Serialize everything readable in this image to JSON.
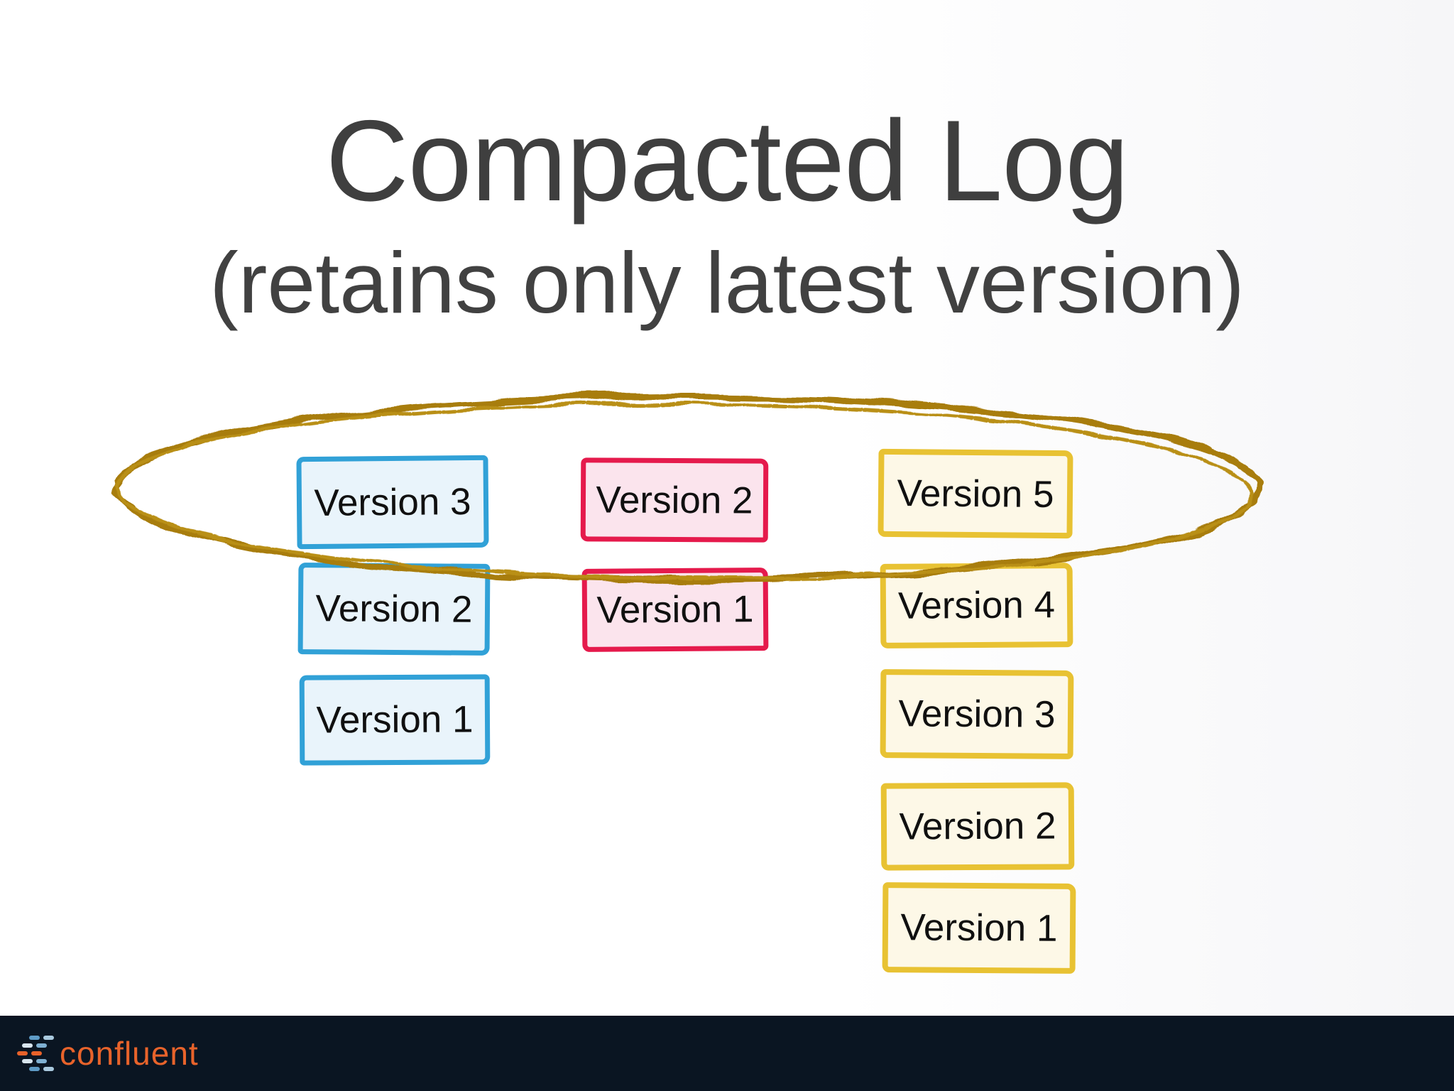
{
  "slide": {
    "title": "Compacted Log",
    "subtitle": "(retains only latest version)"
  },
  "columns": [
    {
      "theme": "blue",
      "border_color": "#31a1d7",
      "fill_color": "#e9f4fb",
      "boxes": [
        {
          "label": "Version 3"
        },
        {
          "label": "Version 2"
        },
        {
          "label": "Version 1"
        }
      ]
    },
    {
      "theme": "red",
      "border_color": "#e51a4c",
      "fill_color": "#fbe4ed",
      "boxes": [
        {
          "label": "Version 2"
        },
        {
          "label": "Version 1"
        }
      ]
    },
    {
      "theme": "yellow",
      "border_color": "#e8c233",
      "fill_color": "#fdf8e7",
      "boxes": [
        {
          "label": "Version 5"
        },
        {
          "label": "Version 4"
        },
        {
          "label": "Version 3"
        },
        {
          "label": "Version 2"
        },
        {
          "label": "Version 1"
        }
      ]
    }
  ],
  "annotation": {
    "shape": "hand-drawn-ellipse",
    "color": "#a87d10"
  },
  "footer": {
    "brand": "confluent",
    "bar_color": "#0a1522",
    "brand_color": "#e8632b"
  }
}
